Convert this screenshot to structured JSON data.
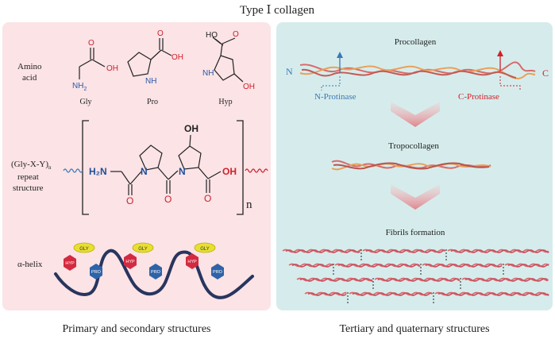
{
  "title": "Type Ⅰ collagen",
  "left_panel": {
    "amino_acid_label_1": "Amino",
    "amino_acid_label_2": "acid",
    "amino_acids": [
      "Gly",
      "Pro",
      "Hyp"
    ],
    "gly_atoms": {
      "o": "O",
      "oh": "OH",
      "nh2": "NH",
      "nh2_sub": "2"
    },
    "pro_atoms": {
      "o": "O",
      "oh": "OH",
      "nh": "N",
      "h": "H"
    },
    "hyp_atoms": {
      "ho": "HO",
      "o": "O",
      "nh": "N",
      "h": "H",
      "oh": "OH"
    },
    "repeat_label_1": "(Gly-X-Y)",
    "repeat_label_sub": "n",
    "repeat_label_2": "repeat",
    "repeat_label_3": "structure",
    "repeat_atoms": {
      "h2n": "H₂N",
      "n1": "N",
      "n2": "N",
      "o1": "O",
      "o2": "O",
      "o3": "O",
      "oh_top": "OH",
      "oh_right": "OH",
      "n_sub": "n"
    },
    "helix_label": "α-helix",
    "helix_tags": {
      "gly": "GLY",
      "hyp": "HYP",
      "pro": "PRO"
    },
    "caption": "Primary and secondary structures"
  },
  "right_panel": {
    "procollagen_label": "Procollagen",
    "n_terminus": "N",
    "c_terminus": "C",
    "n_protinase": "N-Protinase",
    "c_protinase": "C-Protinase",
    "tropocollagen_label": "Tropocollagen",
    "fibrils_label": "Fibrils formation",
    "caption": "Tertiary and quaternary structures"
  },
  "colors": {
    "left_bg": "#fbe3e6",
    "right_bg": "#d6ecec",
    "n_blue": "#3a78b8",
    "c_red": "#d0202a",
    "strand_red": "#d86a6a",
    "strand_orange": "#e8a15a",
    "helix_navy": "#28355e",
    "gly_yellow": "#e8e030",
    "hyp_red": "#d42a40",
    "pro_blue": "#2f63a8"
  }
}
